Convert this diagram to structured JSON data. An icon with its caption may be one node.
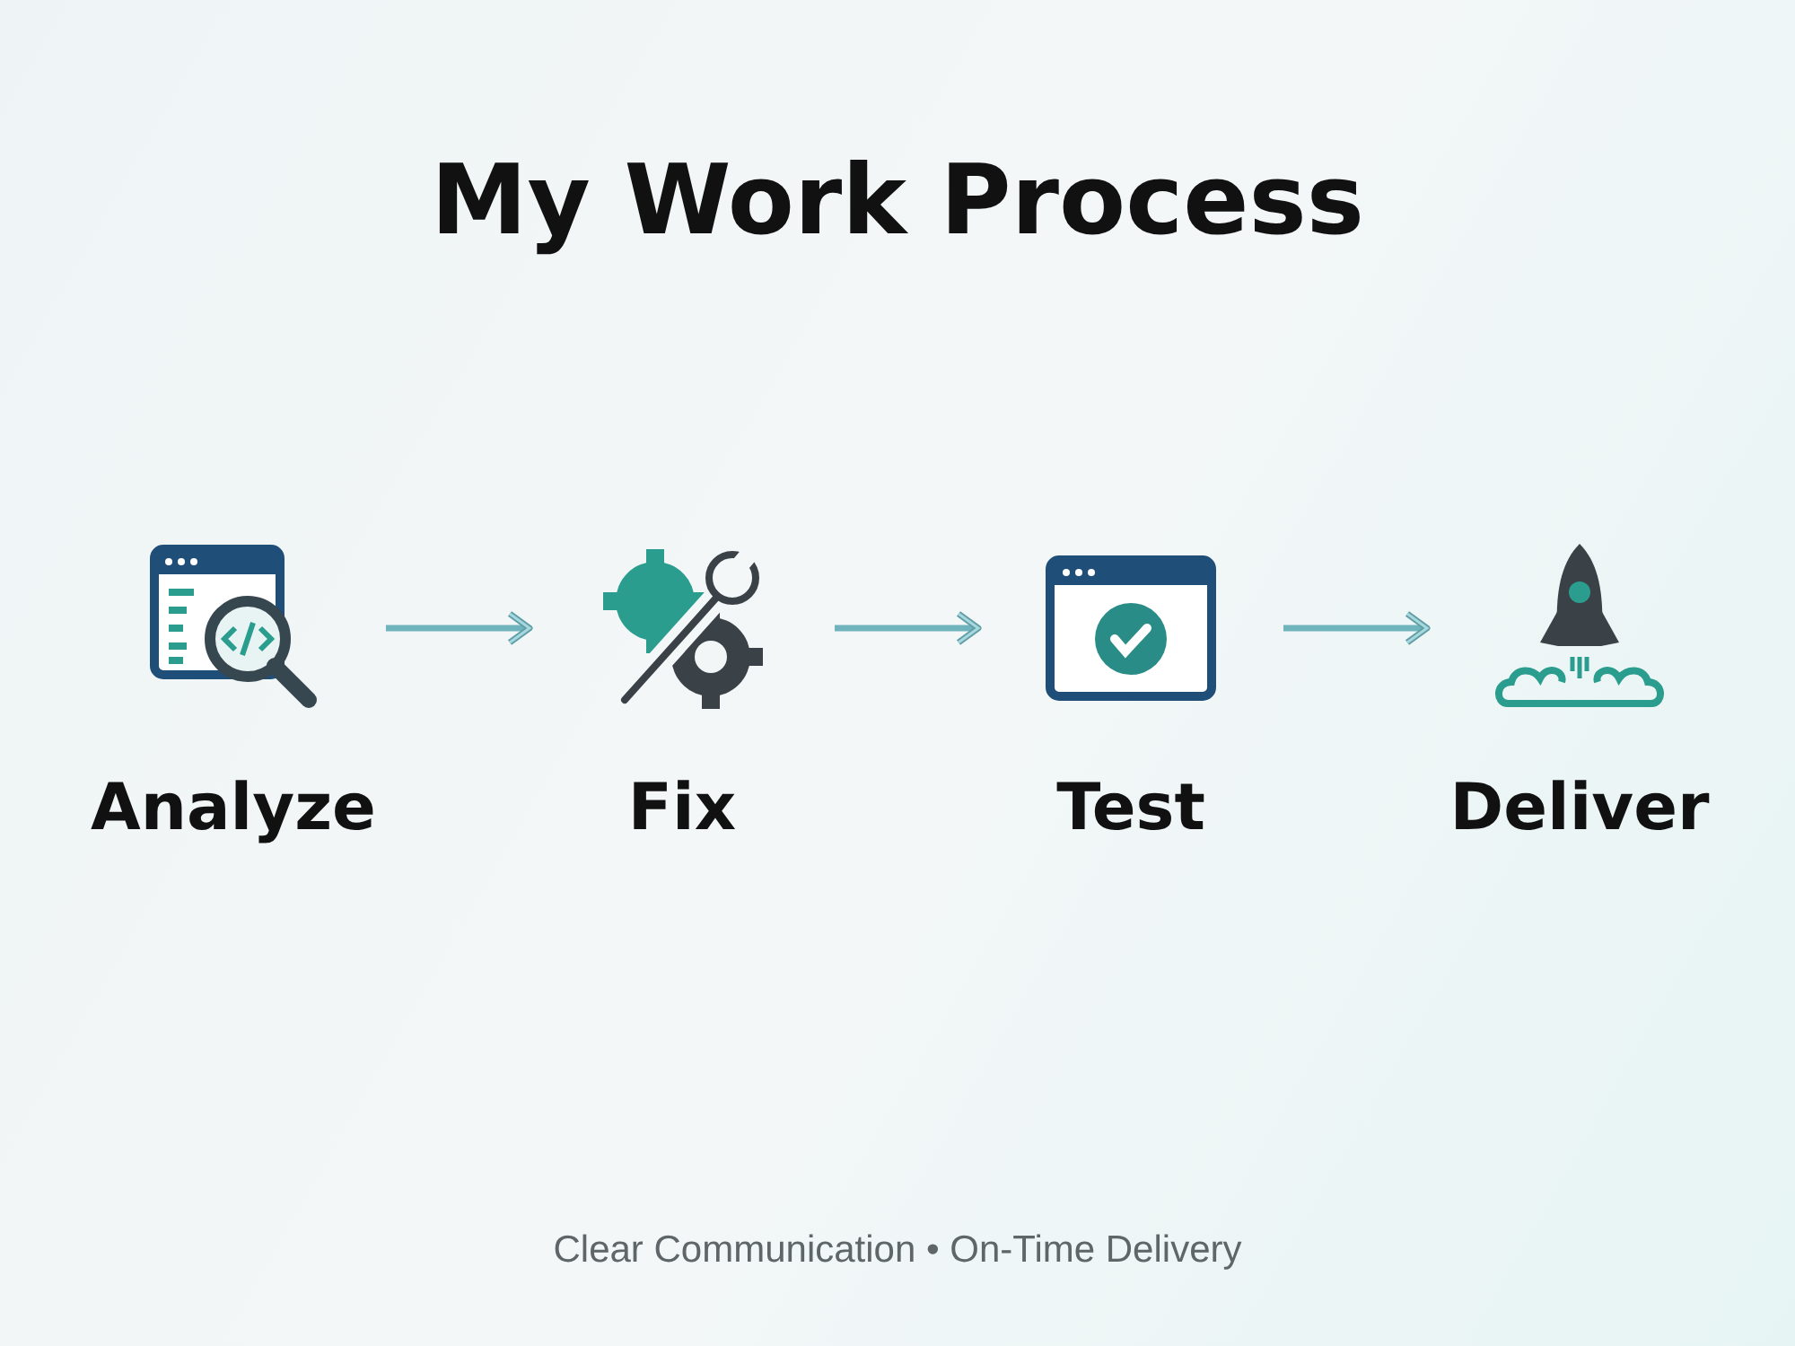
{
  "diagram": {
    "title": "My Work Process",
    "nodes": [
      {
        "text": [
          "Analyze"
        ]
      },
      {
        "text": [
          "Fix"
        ]
      },
      {
        "text": [
          "Test"
        ]
      },
      {
        "text": [
          "Deliver"
        ]
      }
    ],
    "edges": [
      {
        "from": 0,
        "to": 1,
        "arrow": "to"
      },
      {
        "from": 1,
        "to": 2,
        "arrow": "to"
      },
      {
        "from": 2,
        "to": 3,
        "arrow": "to"
      }
    ],
    "caption": "Clear Communication • On-Time Delivery"
  }
}
